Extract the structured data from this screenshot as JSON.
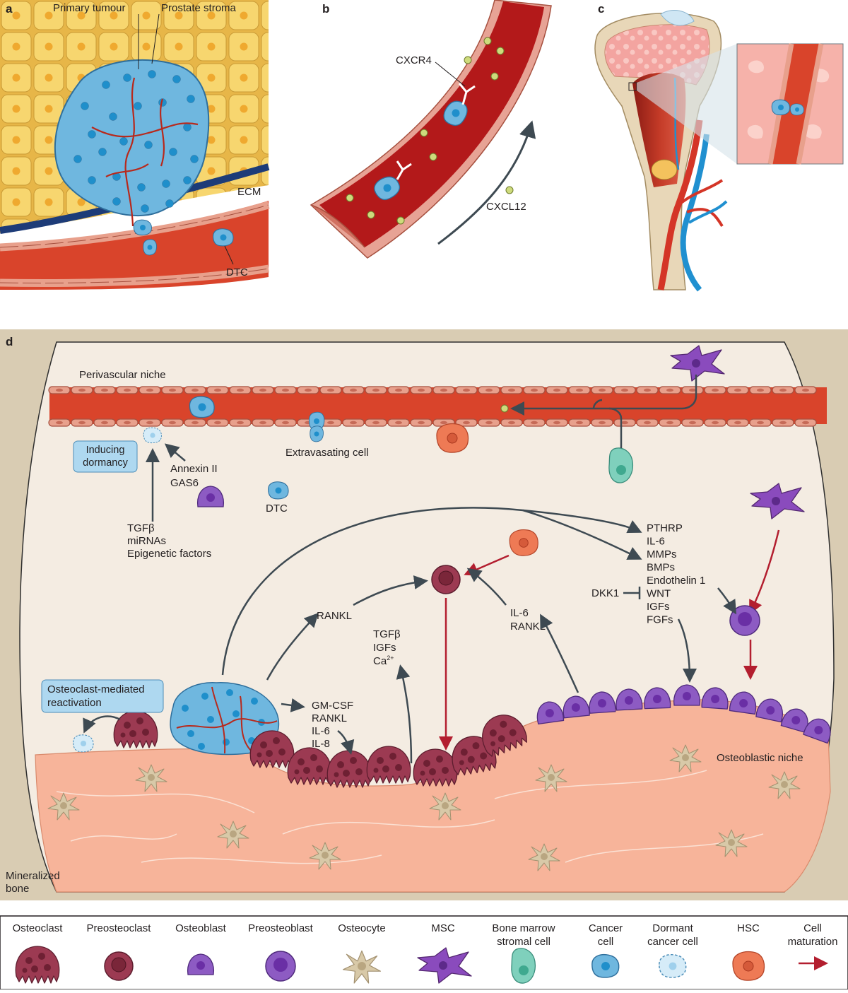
{
  "panels": {
    "a": {
      "letter": "a",
      "primary_tumour": "Primary tumour",
      "prostate_stroma": "Prostate stroma",
      "ecm": "ECM",
      "dtc": "DTC"
    },
    "b": {
      "letter": "b",
      "cxcr4": "CXCR4",
      "cxcl12": "CXCL12"
    },
    "c": {
      "letter": "c"
    },
    "d": {
      "letter": "d",
      "perivascular_niche": "Perivascular niche",
      "inducing_dormancy": [
        "Inducing",
        "dormancy"
      ],
      "annexin_gas6": [
        "Annexin II",
        "GAS6"
      ],
      "extravasating_cell": "Extravasating cell",
      "dtc": "DTC",
      "tgfb_group": [
        "TGFβ",
        "miRNAs",
        "Epigenetic factors"
      ],
      "right_factors": [
        "PTHRP",
        "IL-6",
        "MMPs",
        "BMPs",
        "Endothelin 1",
        "WNT",
        "IGFs",
        "FGFs"
      ],
      "dkk1": "DKK1",
      "rankl_left": "RANKL",
      "il6_rankl": [
        "IL-6",
        "RANKL"
      ],
      "tgfb_igfs_ca": [
        "TGFβ",
        "IGFs",
        "Ca"
      ],
      "ca_superscript": "2+",
      "gmcsf_group": [
        "GM-CSF",
        "RANKL",
        "IL-6",
        "IL-8"
      ],
      "osteoclast_reactivation": [
        "Osteoclast-mediated",
        "reactivation"
      ],
      "osteoblastic_niche": "Osteoblastic niche",
      "mineralized_bone": [
        "Mineralized",
        "bone"
      ]
    }
  },
  "legend": {
    "items": [
      {
        "label": [
          "Osteoclast"
        ]
      },
      {
        "label": [
          "Preosteoclast"
        ]
      },
      {
        "label": [
          "Osteoblast"
        ]
      },
      {
        "label": [
          "Preosteoblast"
        ]
      },
      {
        "label": [
          "Osteocyte"
        ]
      },
      {
        "label": [
          "MSC"
        ]
      },
      {
        "label": [
          "Bone marrow",
          "stromal cell"
        ]
      },
      {
        "label": [
          "Cancer",
          "cell"
        ]
      },
      {
        "label": [
          "Dormant",
          "cancer cell"
        ]
      },
      {
        "label": [
          "HSC"
        ]
      },
      {
        "label": [
          "Cell",
          "maturation"
        ]
      }
    ]
  },
  "colors": {
    "vessel_red": "#d9442b",
    "vessel_dark": "#b8291c",
    "endothelium": "#e8a08c",
    "cancer_blue": "#6fb7df",
    "cancer_nucleus": "#1f8fcb",
    "stroma_yellow": "#f6d56a",
    "ecm_navy": "#1d3c78",
    "osteoclast": "#9c3a52",
    "osteoblast": "#8d5bc3",
    "msc": "#8a4bbd",
    "bone_peach": "#f7b49a",
    "marrow_beige": "#f4ece2",
    "hsc_orange": "#ee7a55",
    "stromal_teal": "#7fd0bc",
    "osteocyte": "#d8c9a8",
    "arrow_gray": "#3e4a52",
    "maturation_arrow": "#b31e2f"
  }
}
